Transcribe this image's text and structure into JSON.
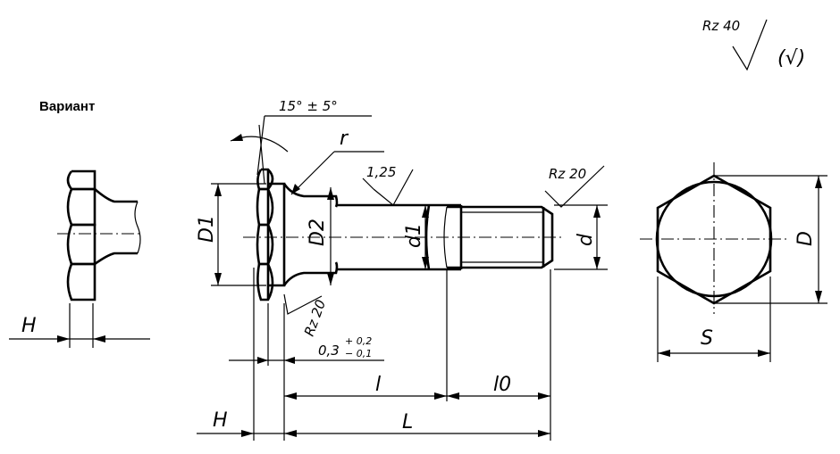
{
  "roughness": {
    "general": "Rz 40",
    "other": "(√)"
  },
  "variant": {
    "title": "Вариант",
    "H": "H"
  },
  "main_view": {
    "angle": "15° ± 5°",
    "r": "r",
    "roughness_shank": "1,25",
    "roughness_thread": "Rz 20",
    "roughness_head": "Rz 20",
    "tolerance_main": "0,3",
    "tolerance_upper": "+ 0,2",
    "tolerance_lower": "− 0,1",
    "D1": "D1",
    "D2": "D2",
    "d1": "d1",
    "d": "d",
    "H": "H",
    "l": "l",
    "l0": "l0",
    "L": "L"
  },
  "end_view": {
    "D": "D",
    "S": "S"
  }
}
